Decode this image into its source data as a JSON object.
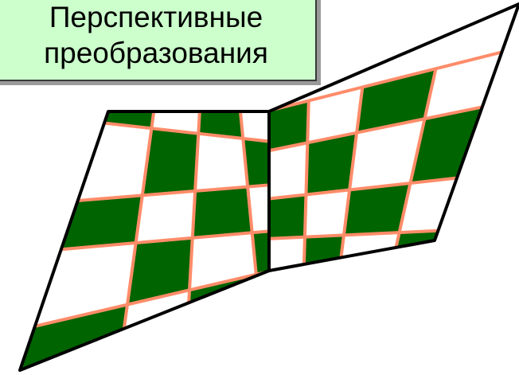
{
  "title": {
    "line1": "Перспективные",
    "line2": "преобразования"
  },
  "colors": {
    "title_background": "#ccffcc",
    "checker_dark": "#006400",
    "checker_light": "#ffffff",
    "grid_lines": "#ff8c69",
    "outline": "#000000"
  },
  "figure": {
    "description_icon": "perspective-checkerboard",
    "left_panel_cells": 5,
    "right_panel_cells": 5
  }
}
